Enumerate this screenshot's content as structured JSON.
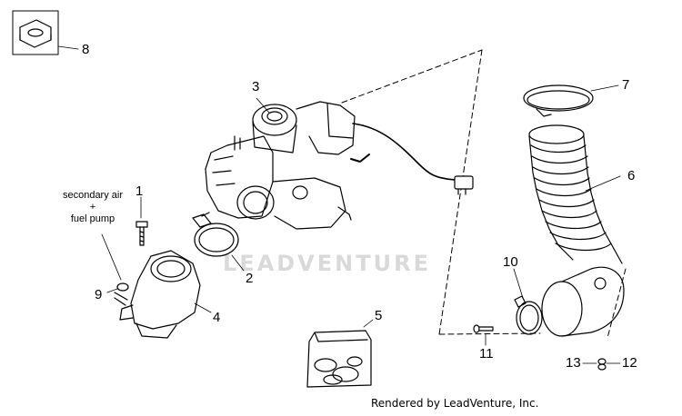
{
  "annotation": {
    "line1": "secondary air",
    "line2": "+",
    "line3": "fuel pump"
  },
  "callouts": {
    "c1": "1",
    "c2": "2",
    "c3": "3",
    "c4": "4",
    "c5": "5",
    "c6": "6",
    "c7": "7",
    "c8": "8",
    "c9": "9",
    "c10": "10",
    "c11": "11",
    "c12": "12",
    "c13": "13"
  },
  "watermark": "LEADVENTURE",
  "footer": "Rendered by LeadVenture, Inc."
}
